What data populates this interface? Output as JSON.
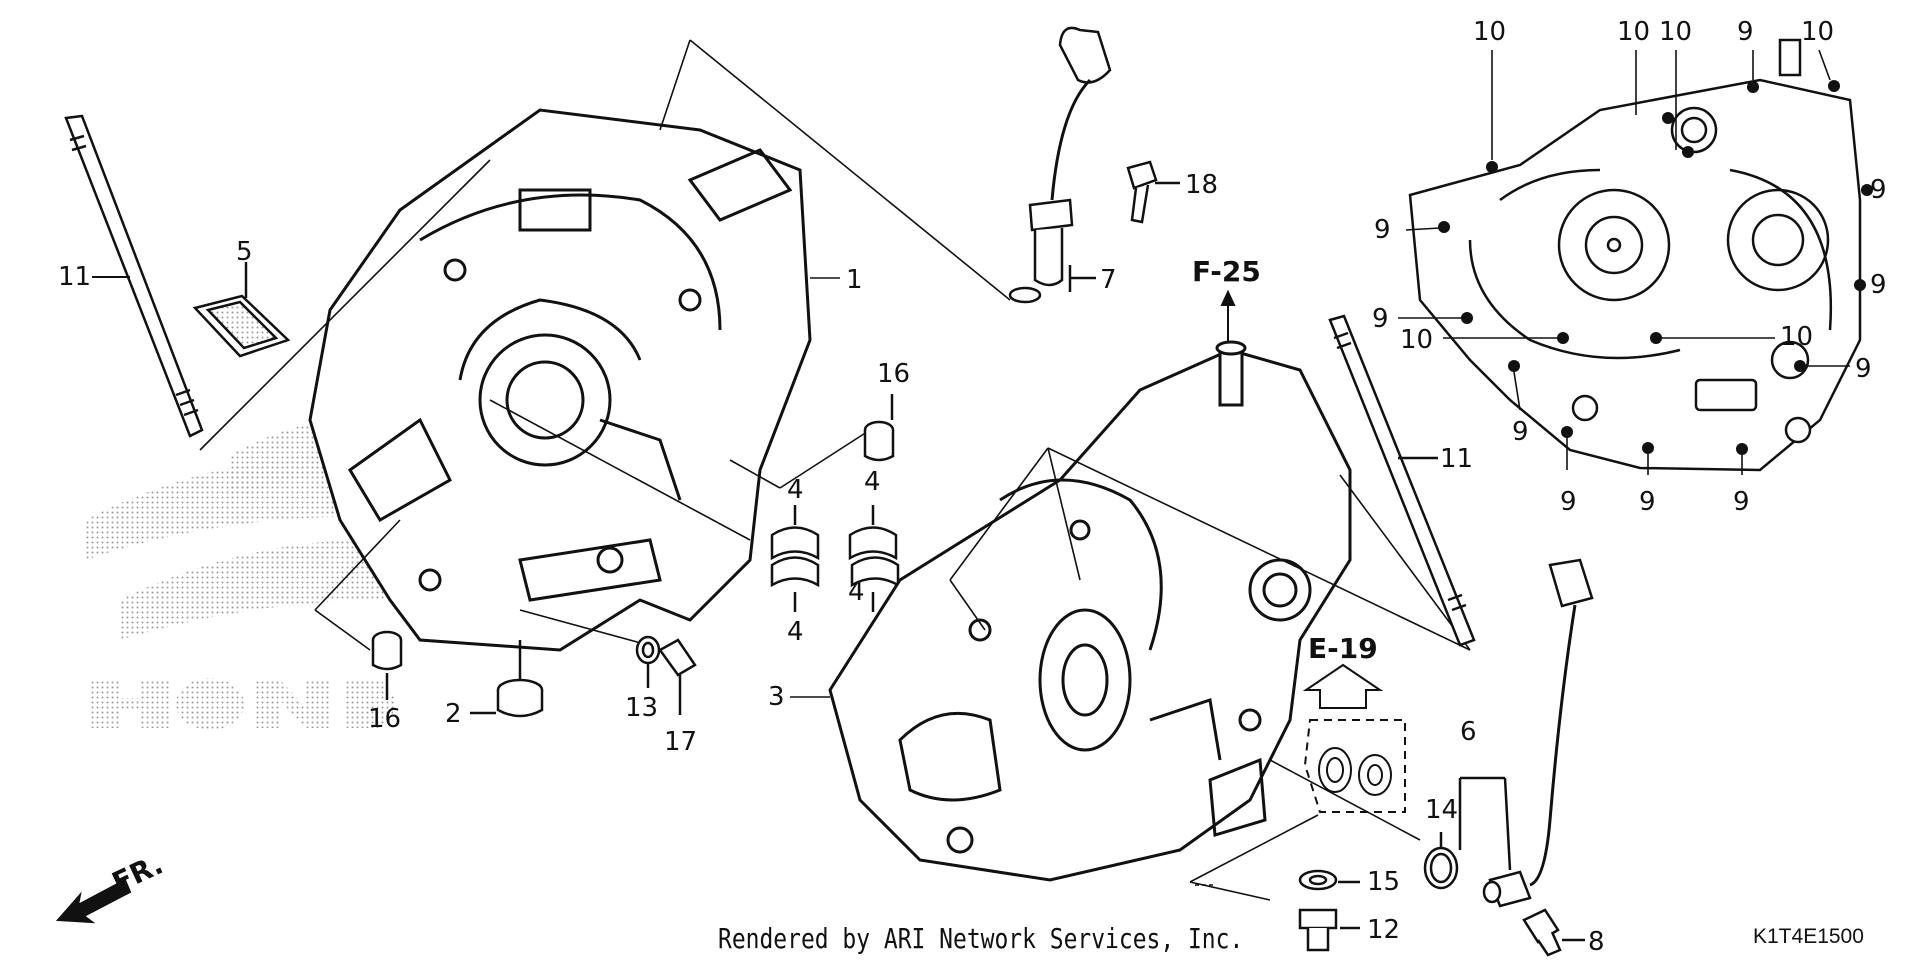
{
  "callouts": {
    "c1": "1",
    "c2": "2",
    "c3": "3",
    "c4a": "4",
    "c4b": "4",
    "c4c": "4",
    "c4d": "4",
    "c5": "5",
    "c6": "6",
    "c7": "7",
    "c8": "8",
    "c9a": "9",
    "c9b": "9",
    "c9c": "9",
    "c9d": "9",
    "c9e": "9",
    "c9f": "9",
    "c9g": "9",
    "c9h": "9",
    "c9i": "9",
    "c9j": "9",
    "c10a": "10",
    "c10b": "10",
    "c10c": "10",
    "c10d": "10",
    "c10e": "10",
    "c10f": "10",
    "c11a": "11",
    "c11b": "11",
    "c12": "12",
    "c13": "13",
    "c14": "14",
    "c15": "15",
    "c16a": "16",
    "c16b": "16",
    "c17": "17",
    "c18": "18"
  },
  "references": {
    "f25": "F-25",
    "e19": "E-19"
  },
  "direction_label": "FR.",
  "watermark": "HONDA",
  "footer": {
    "credit": "Rendered by ARI Network Services, Inc.",
    "code": "K1T4E1500"
  }
}
